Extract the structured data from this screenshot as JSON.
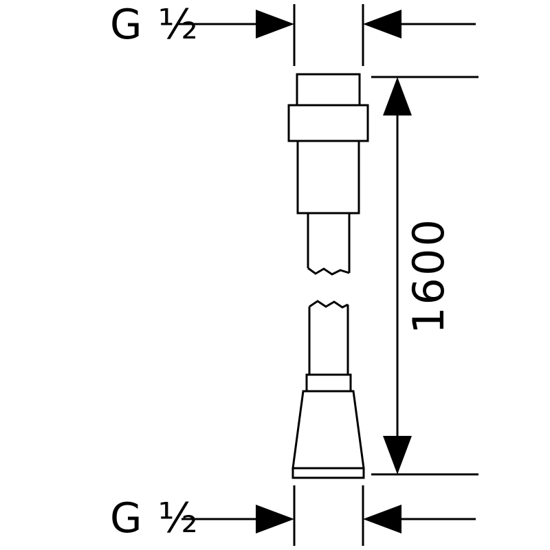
{
  "diagram": {
    "kind": "technical-dimension-drawing",
    "subject": "shower-hose",
    "labels": {
      "thread_top": "G ½",
      "thread_bottom": "G ½",
      "length": "1600"
    },
    "colors": {
      "line": "#000000",
      "background": "#ffffff"
    }
  }
}
